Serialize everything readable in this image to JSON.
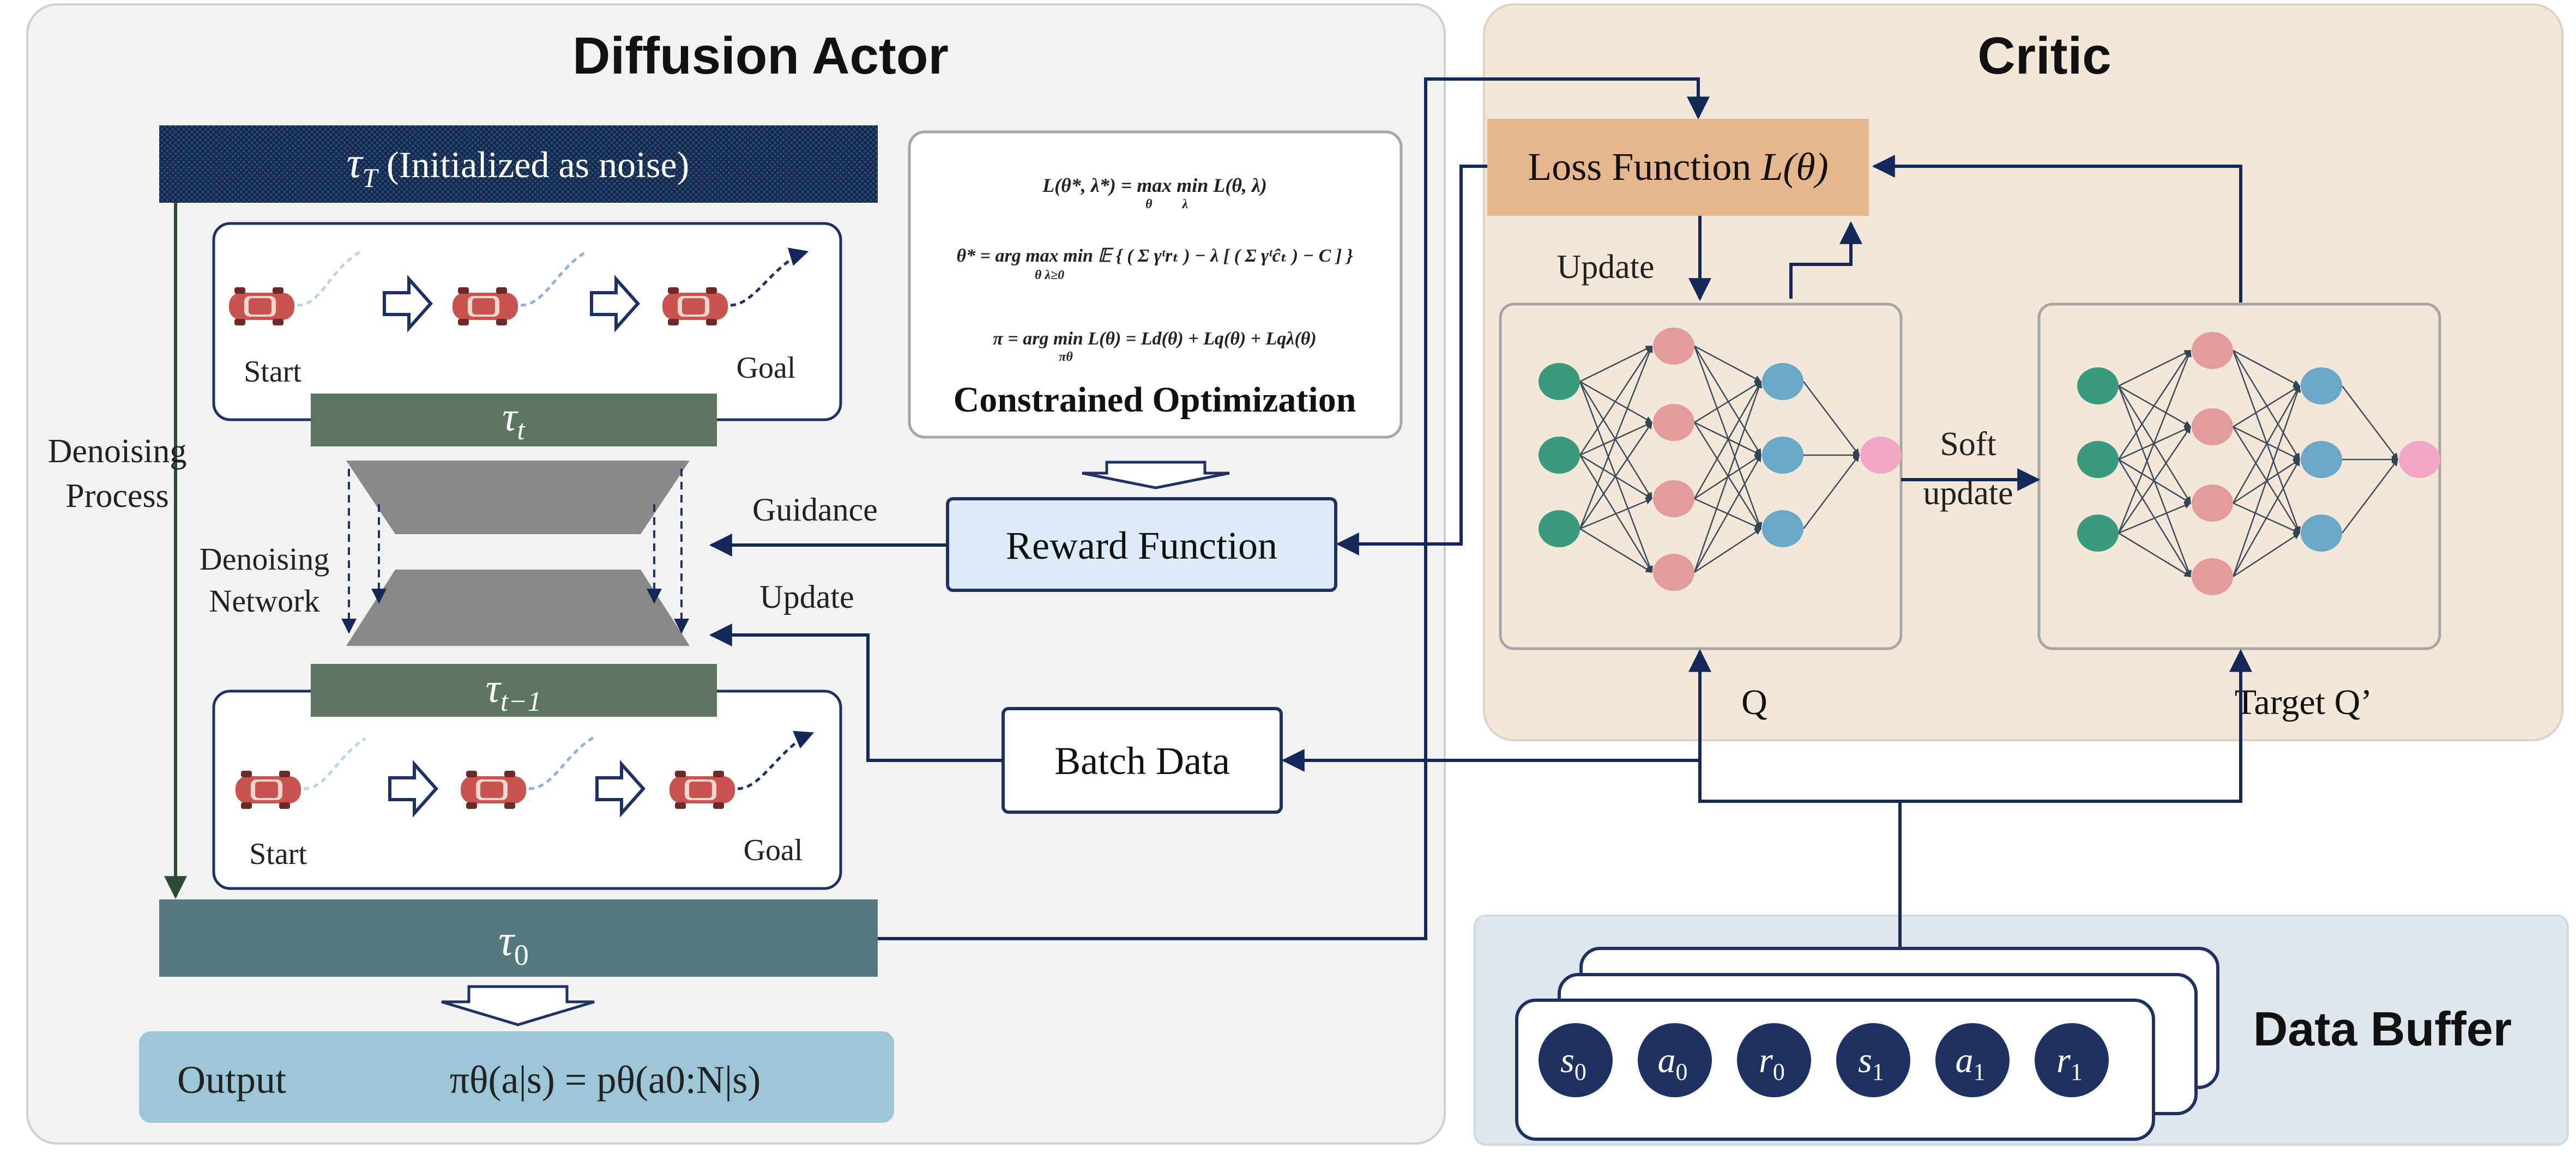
{
  "panels": {
    "actor_title": "Diffusion Actor",
    "critic_title": "Critic",
    "buffer_title": "Data Buffer"
  },
  "actor": {
    "noise_label_sym": "τ",
    "noise_label_sub": "T",
    "noise_label_rest": "(Initialized as noise)",
    "tau_t_sym": "τ",
    "tau_t_sub": "t",
    "tau_t1_sym": "τ",
    "tau_t1_sub": "t−1",
    "tau_0_sym": "τ",
    "tau_0_sub": "0",
    "start_label": "Start",
    "goal_label": "Goal",
    "denoising_process_1": "Denoising",
    "denoising_process_2": "Process",
    "denoising_network_1": "Denoising",
    "denoising_network_2": "Network",
    "guidance_label": "Guidance",
    "update_label": "Update",
    "output_label": "Output",
    "output_formula": "πθ(a|s) = pθ(a0:N|s)"
  },
  "optimization": {
    "eq1": "L(θ*, λ*) = max min L(θ, λ)",
    "eq1_under_max": "θ",
    "eq1_under_min": "λ",
    "eq2": "θ* = arg max min 𝔼 { ( Σ γᵗrₜ ) − λ [ ( Σ γᵗĉₜ ) − C ] }",
    "eq2_under": "θ   λ≥0",
    "eq3": "π = arg min L(θ) = Ld(θ) + Lq(θ) + Lqλ(θ)",
    "eq3_under": "πθ",
    "title": "Constrained Optimization"
  },
  "reward_function_label": "Reward Function",
  "batch_data_label": "Batch Data",
  "critic": {
    "loss_label": "Loss Function",
    "loss_math": "L(θ)",
    "update_label": "Update",
    "soft_update_1": "Soft",
    "soft_update_2": "update",
    "q_label": "Q",
    "target_q_label": "Target Q’"
  },
  "buffer": {
    "items": [
      {
        "sym": "s",
        "sub": "0"
      },
      {
        "sym": "a",
        "sub": "0"
      },
      {
        "sym": "r",
        "sub": "0"
      },
      {
        "sym": "s",
        "sub": "1"
      },
      {
        "sym": "a",
        "sub": "1"
      },
      {
        "sym": "r",
        "sub": "1"
      }
    ]
  },
  "colors": {
    "actor_bg": "#f2f2f2",
    "critic_bg": "#f3e7da",
    "buffer_bg": "#dfe6ee",
    "navy": "#1f3163",
    "arrow": "#14285a",
    "tau_green": "#5d7463",
    "tau0_teal": "#567a80",
    "output_blue": "#9cc6d6",
    "loss_orange": "#e6b68d",
    "reward_blue": "#deebf7",
    "node_green": "#3a9a7e",
    "node_pink": "#e39a9a",
    "node_blue": "#6aa8c8",
    "node_magenta": "#f2a6c5"
  }
}
